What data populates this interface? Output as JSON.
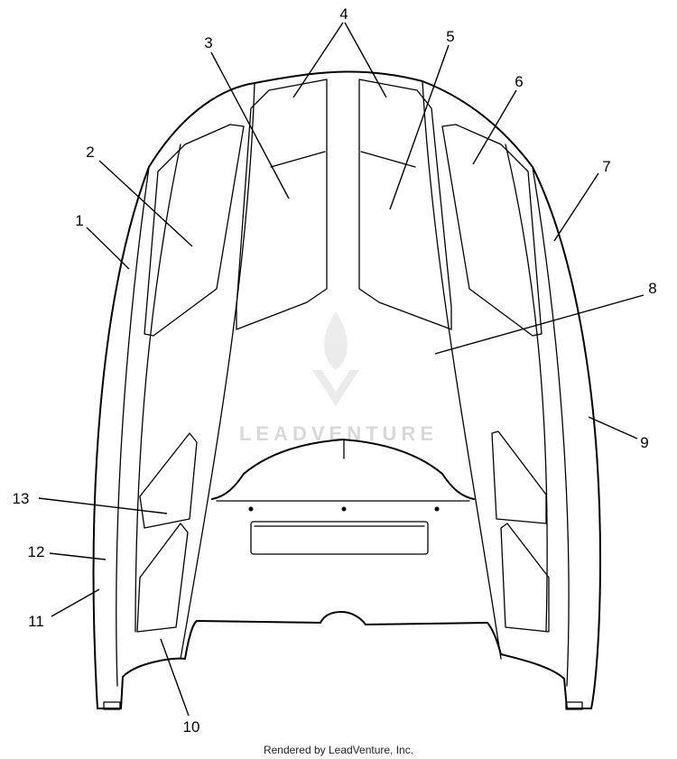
{
  "callouts": [
    "1",
    "2",
    "3",
    "4",
    "5",
    "6",
    "7",
    "8",
    "9",
    "10",
    "11",
    "12",
    "13"
  ],
  "watermark": "LEADVENTURE",
  "footer": "Rendered by LeadVenture, Inc."
}
